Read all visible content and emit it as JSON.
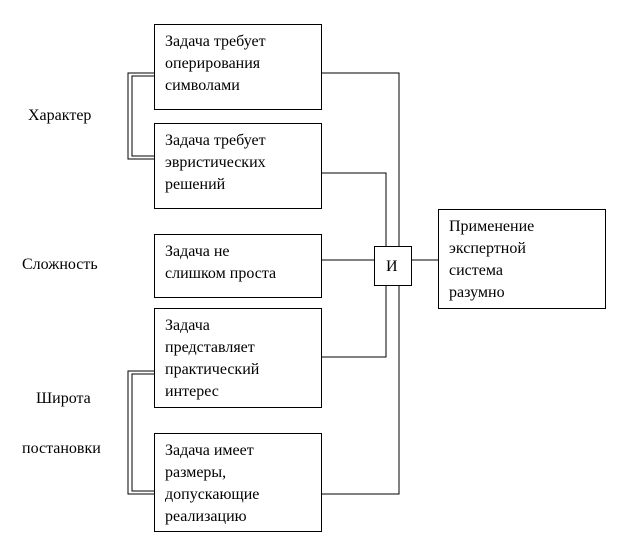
{
  "labels": {
    "character": "Характер",
    "complexity": "Сложность",
    "breadth_line1": "Широта",
    "breadth_line2": "постановки"
  },
  "conditions": [
    "Задача требует\nоперирования\nсимволами",
    "Задача требует\nэвристических\nрешений",
    "Задача не\nслишком проста",
    "Задача\nпредставляет\nпрактический\nинтерес",
    "Задача имеет\nразмеры,\nдопускающие\nреализацию"
  ],
  "gate": "И",
  "result": "Применение\nэкспертной\n система\nразумно"
}
